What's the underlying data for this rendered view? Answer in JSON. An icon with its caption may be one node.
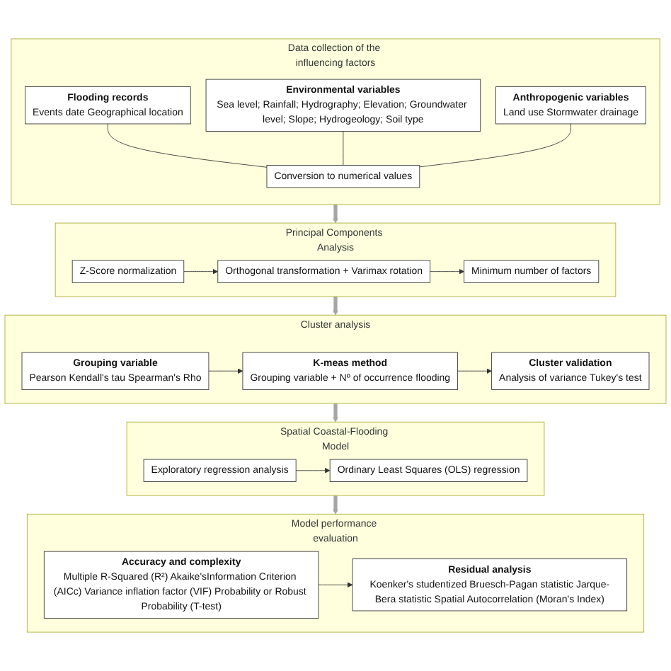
{
  "diagram": {
    "nodes": [
      {
        "text": [
          "Data collection of the influencing factors"
        ]
      },
      {
        "text": [
          "Flooding records",
          "Events date Geographical location"
        ],
        "in": 0
      },
      {
        "text": [
          "Environmental variables",
          "Sea level; Rainfall; Hydrography; Elevation; Groundwater level; Slope; Hydrogeology; Soil type"
        ],
        "in": 0
      },
      {
        "text": [
          "Anthropogenic variables",
          "Land use Stormwater drainage"
        ],
        "in": 0
      },
      {
        "text": [
          "Conversion to numerical values"
        ],
        "in": 0
      },
      {
        "text": [
          "Principal Components Analysis"
        ]
      },
      {
        "text": [
          "Z-Score normalization"
        ],
        "in": 5
      },
      {
        "text": [
          "Orthogonal transformation + Varimax rotation"
        ],
        "in": 5
      },
      {
        "text": [
          "Minimum number of factors"
        ],
        "in": 5
      },
      {
        "text": [
          "Cluster analysis"
        ]
      },
      {
        "text": [
          "Grouping variable",
          "Pearson Kendall's tau Spearman's Rho"
        ],
        "in": 9
      },
      {
        "text": [
          "K-meas method",
          "Grouping variable + Nº of occurrence flooding"
        ],
        "in": 9
      },
      {
        "text": [
          "Cluster validation",
          "Analysis of variance Tukey's test"
        ],
        "in": 9
      },
      {
        "text": [
          "Spatial Coastal-Flooding Model"
        ]
      },
      {
        "text": [
          "Exploratory regression analysis"
        ],
        "in": 13
      },
      {
        "text": [
          "Ordinary Least Squares (OLS) regression"
        ],
        "in": 13
      },
      {
        "text": [
          "Model performance evaluation"
        ]
      },
      {
        "text": [
          "Accuracy and complexity",
          "Multiple R-Squared (R²) Akaike'sInformation Criterion (AICc) Variance inflation factor (VIF) Probability or Robust Probability (T-test)"
        ],
        "in": 16
      },
      {
        "text": [
          "Residual analysis",
          "Koenker's studentized Bruesch-Pagan statistic Jarque-Bera statistic Spatial Autocorrelation (Moran's Index)"
        ],
        "in": 16
      }
    ],
    "edges": [
      {
        "from": 1,
        "to": 4,
        "arrow": "none"
      },
      {
        "from": 2,
        "to": 4,
        "arrow": "none"
      },
      {
        "from": 3,
        "to": 4,
        "arrow": "none"
      },
      {
        "from": 0,
        "to": 5,
        "arrow": "to",
        "style": "thick",
        "color": "#a6a6a6"
      },
      {
        "from": 6,
        "to": 7,
        "arrow": "to"
      },
      {
        "from": 7,
        "to": 8,
        "arrow": "to"
      },
      {
        "from": 5,
        "to": 9,
        "arrow": "to",
        "style": "thick",
        "color": "#a6a6a6"
      },
      {
        "from": 10,
        "to": 11,
        "arrow": "to"
      },
      {
        "from": 11,
        "to": 12,
        "arrow": "to"
      },
      {
        "from": 9,
        "to": 13,
        "arrow": "to",
        "style": "thick",
        "color": "#a6a6a6"
      },
      {
        "from": 14,
        "to": 15,
        "arrow": "to"
      },
      {
        "from": 13,
        "to": 16,
        "arrow": "to",
        "style": "thick",
        "color": "#a6a6a6"
      },
      {
        "from": 17,
        "to": 18,
        "arrow": "to"
      }
    ]
  }
}
